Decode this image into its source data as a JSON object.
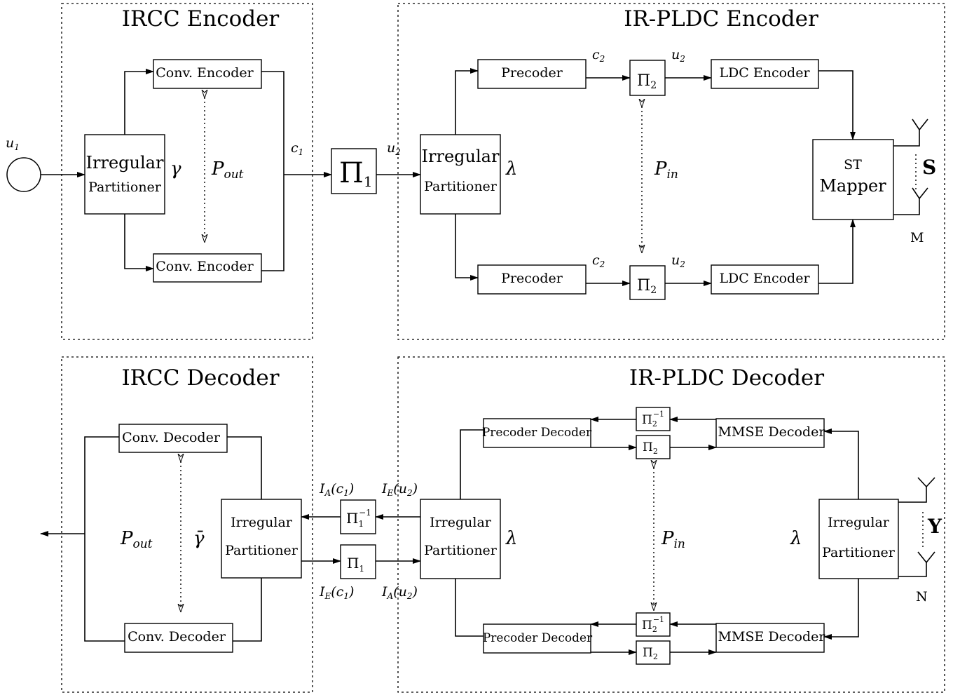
{
  "regions": {
    "ircc_encoder": "IRCC Encoder",
    "irpldc_encoder": "IR-PLDC Encoder",
    "ircc_decoder": "IRCC Decoder",
    "irpldc_decoder": "IR-PLDC Decoder"
  },
  "blocks": {
    "conv_encoder": "Conv. Encoder",
    "conv_decoder": "Conv. Decoder",
    "irregular": "Irregular",
    "partitioner": "Partitioner",
    "precoder": "Precoder",
    "precoder_decoder": "Precoder Decoder",
    "ldc_encoder": "LDC Encoder",
    "mmse_decoder": "MMSE Decoder",
    "st": "ST",
    "mapper": "Mapper"
  },
  "symbols": {
    "pi": "Π",
    "sub_1": "1",
    "sub_2": "2",
    "inv": "−1",
    "gamma": "γ",
    "gamma_bar": "γ̄",
    "lambda": "λ",
    "P": "P",
    "out": "out",
    "in": "in",
    "u": "u",
    "c": "c",
    "S": "S",
    "Y": "Y",
    "M": "M",
    "N": "N",
    "I": "I",
    "A": "A",
    "E": "E",
    "ia_c1": "(c",
    "close": ")",
    "ie_u2": "(u"
  }
}
